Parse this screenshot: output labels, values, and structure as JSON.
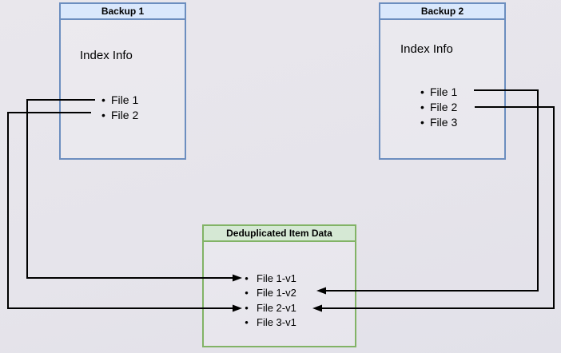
{
  "diagram": {
    "backup1": {
      "title": "Backup 1",
      "heading": "Index Info",
      "items": [
        "File 1",
        "File 2"
      ]
    },
    "backup2": {
      "title": "Backup 2",
      "heading": "Index Info",
      "items": [
        "File 1",
        "File 2",
        "File 3"
      ]
    },
    "dedup": {
      "title": "Deduplicated Item Data",
      "items": [
        "File 1-v1",
        "File 1-v2",
        "File 2-v1",
        "File 3-v1"
      ]
    },
    "bullet_glyph": "•",
    "edges": [
      {
        "from": "Backup 1 / File 1",
        "to": "Deduplicated Item Data / File 1-v1"
      },
      {
        "from": "Backup 1 / File 2",
        "to": "Deduplicated Item Data / File 2-v1"
      },
      {
        "from": "Backup 2 / File 1",
        "to": "Deduplicated Item Data / File 1-v2"
      },
      {
        "from": "Backup 2 / File 2",
        "to": "Deduplicated Item Data / File 2-v1"
      }
    ],
    "colors": {
      "backup_border": "#6c8ebf",
      "backup_header_fill": "#dae8fc",
      "dedup_border": "#82b366",
      "dedup_header_fill": "#d5e8d4",
      "connector_line": "#000000",
      "background": "#e6e4eb",
      "text": "#000000"
    }
  }
}
